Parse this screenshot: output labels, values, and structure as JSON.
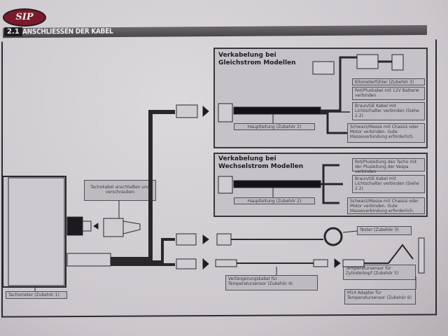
{
  "logo": {
    "text": "SIP"
  },
  "section": {
    "number": "2.1",
    "title": "ANSCHLIESSEN DER KABEL"
  },
  "dc_panel": {
    "title_line1": "Verkabelung bei",
    "title_line2": "Gleichstrom Modellen",
    "labels": [
      "Kilometerfühler (Zubehör 3)",
      "Rot/Pluskabel mit 12V Batterie verbinden",
      "Braun/GE Kabel mit Lichtschalter verbinden (Siehe 2.2)",
      "Schwarz/Masse mit Chassis oder Motor verbinden. Gute Masseverbindung erforderlich."
    ],
    "main_cable": "Hauptleitung (Zubehör 2)"
  },
  "ac_panel": {
    "title_line1": "Verkabelung bei",
    "title_line2": "Wechselstrom Modellen",
    "labels": [
      "Rot/Plusleitung des Tacho mit der Plusleitung der Vespa verbinden",
      "Braun/GE Kabel mit Lichtschalter verbinden (Siehe 2.2)",
      "Schwarz/Masse mit Chassis oder Motor verbinden. Gute Masseverbindung erforderlich."
    ],
    "main_cable": "Hauptleitung (Zubehör 2)"
  },
  "tacho_cable_label": "Tachokabel anschließen und verschrauben",
  "tachometer_label": "Tachometer (Zubehör 1)",
  "tester_label": "Tester (Zubehör 3)",
  "extension_label": "Verlängerungskabel für Temperatursensor (Zubehör 4)",
  "temp_sensor_label": "Temperatursensor für Zylinderkopf (Zubehör 5)",
  "adapter_label": "M14 Adapter für Temperatursensor (Zubehör 6)"
}
